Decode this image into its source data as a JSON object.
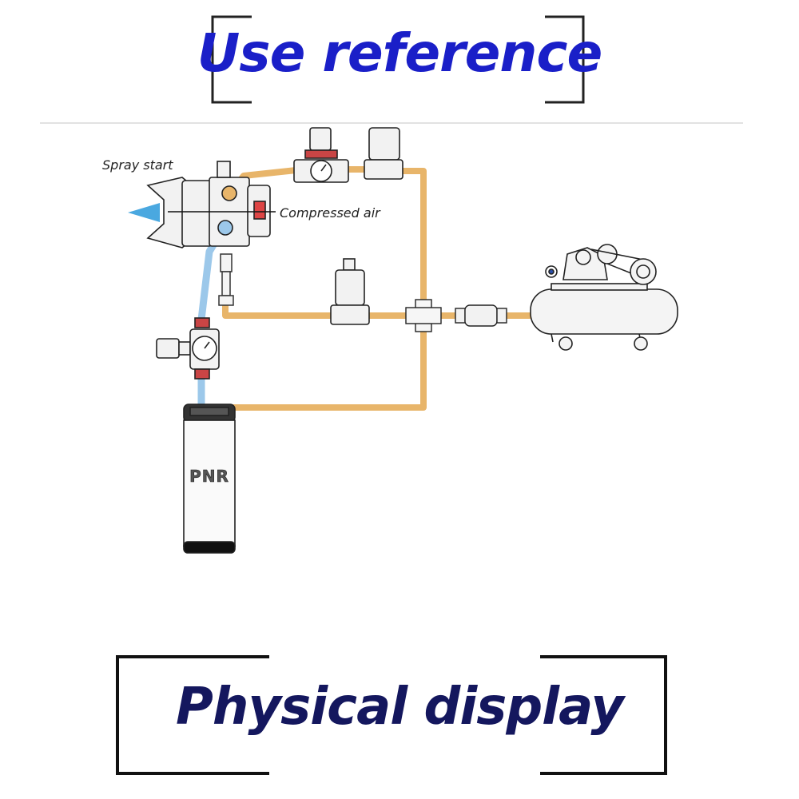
{
  "header": {
    "title": "Use reference"
  },
  "diagram": {
    "labels": {
      "spray_start": "Spray start",
      "compressed_air": "Compressed air",
      "tank_brand": "PNR"
    },
    "colors": {
      "air_line": "#e8b56a",
      "fluid_line": "#9cc8ea",
      "spray_mist": "#4aa8e0",
      "heading_blue": "#1a1fc8",
      "heading_navy": "#14175e"
    }
  },
  "footer": {
    "title": "Physical display"
  }
}
